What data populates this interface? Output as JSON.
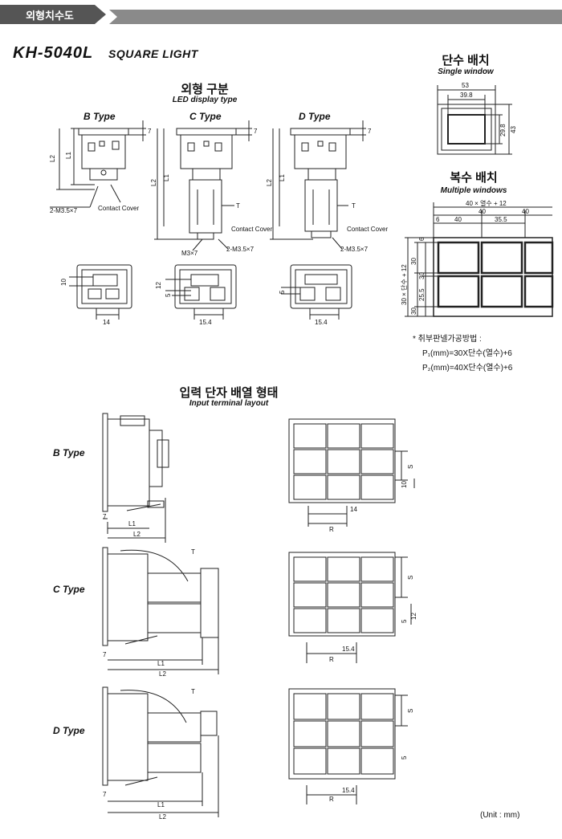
{
  "banner": {
    "label": "외형치수도"
  },
  "product": {
    "model": "KH-5040L",
    "subtitle": "SQUARE LIGHT"
  },
  "outline": {
    "title": "외형 구분",
    "subtitle": "LED display type",
    "types": [
      "B Type",
      "C Type",
      "D Type"
    ],
    "labels": {
      "L1": "L1",
      "L2": "L2",
      "T": "T",
      "contact_cover": "Contact Cover",
      "screw": "2-M3.5×7",
      "screw_m3": "M3×7",
      "dim_7": "7",
      "dim_10": "10",
      "dim_12": "12",
      "dim_5": "5",
      "dim_14": "14",
      "dim_15_4": "15.4"
    }
  },
  "single": {
    "title": "단수 배치",
    "subtitle": "Single window",
    "dims": {
      "w_outer": "53",
      "w_inner": "39.8",
      "h_inner": "29.8",
      "h_outer": "43"
    }
  },
  "multiple": {
    "title": "복수 배치",
    "subtitle": "Multiple windows",
    "top_formula": "40 × 열수 + 12",
    "left_formula": "30 × 단수 + 12",
    "dims": {
      "d6": "6",
      "d40": "40",
      "d35_5": "35.5",
      "d30": "30",
      "d25_5": "25.5"
    }
  },
  "panel_note": {
    "heading": "* 취부판넬가공방법 :",
    "line1": "P₁(mm)=30X단수(열수)+6",
    "line2": "P₂(mm)=40X단수(열수)+6"
  },
  "terminal": {
    "title": "입력 단자 배열 형태",
    "subtitle": "Input terminal layout",
    "types": [
      "B Type",
      "C Type",
      "D Type"
    ],
    "labels": {
      "L1": "L1",
      "L2": "L2",
      "T": "T",
      "R": "R",
      "S": "S",
      "d7": "7",
      "d10": "10",
      "d14": "14",
      "d12": "12",
      "d5": "5",
      "d15_4": "15.4"
    }
  },
  "unit": "(Unit : mm)",
  "colors": {
    "banner": "#7a7a7a",
    "line": "#222222"
  }
}
